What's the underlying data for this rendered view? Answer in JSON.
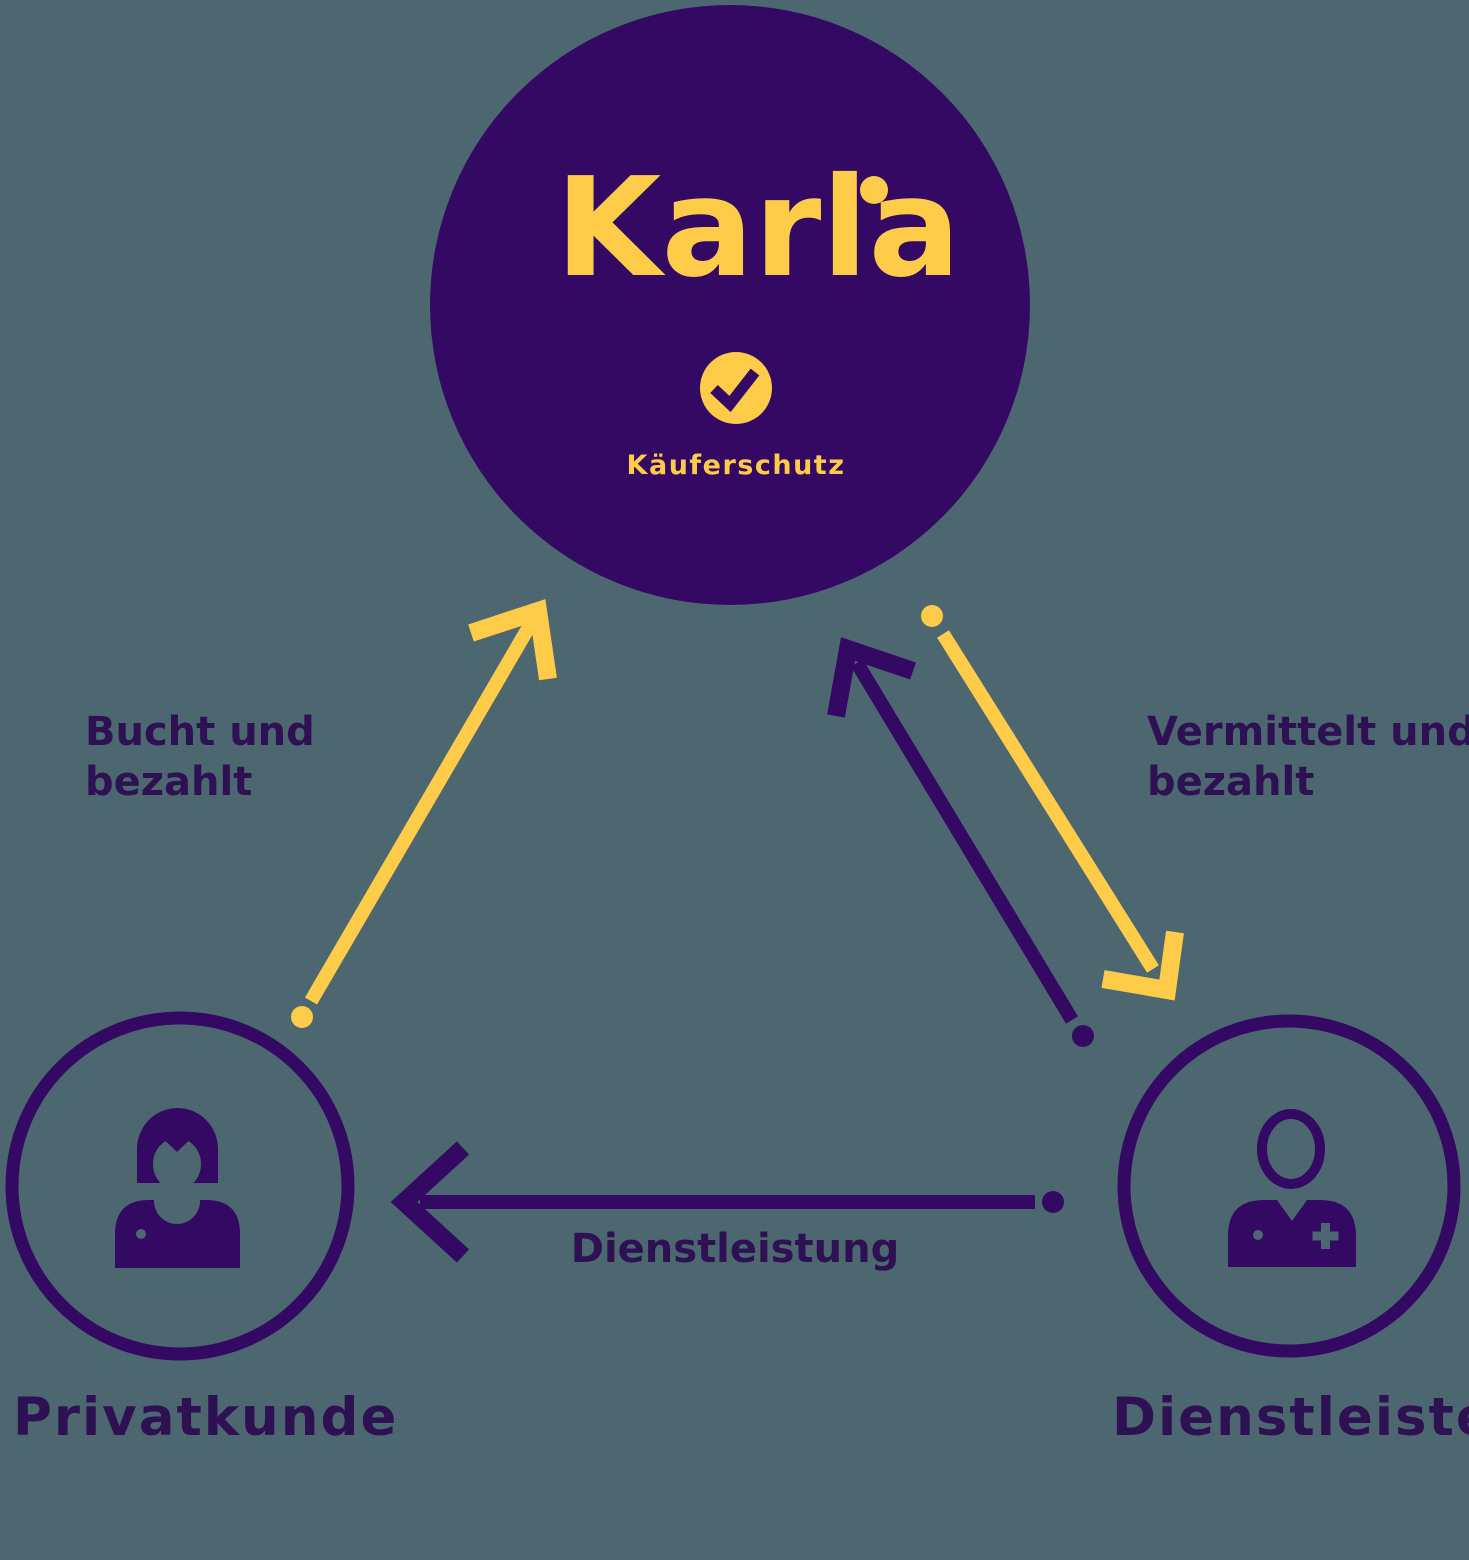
{
  "colors": {
    "background": "#4d6770",
    "purple": "#330963",
    "ink": "#2e1153",
    "yellow": "#ffcc4a"
  },
  "hub": {
    "brand": "Karla",
    "badge": {
      "icon": "check",
      "label": "Käuferschutz"
    }
  },
  "nodes": {
    "privatkunde": {
      "label": "Privatkunde",
      "icon": "woman-user"
    },
    "dienstleister": {
      "label": "Dienstleister",
      "icon": "medical-professional"
    }
  },
  "edges": {
    "bucht_und_bezahlt": {
      "label": "Bucht und bezahlt",
      "from": "Privatkunde",
      "to": "Karla",
      "color": "yellow"
    },
    "vermittelt_und_bezahlt": {
      "label": "Vermittelt und bezahlt",
      "from": "Karla",
      "to": "Dienstleister",
      "color": "yellow"
    },
    "dienstleister_an_karla": {
      "label": "",
      "from": "Dienstleister",
      "to": "Karla",
      "color": "purple"
    },
    "dienstleistung": {
      "label": "Dienstleistung",
      "from": "Dienstleister",
      "to": "Privatkunde",
      "color": "purple"
    }
  }
}
